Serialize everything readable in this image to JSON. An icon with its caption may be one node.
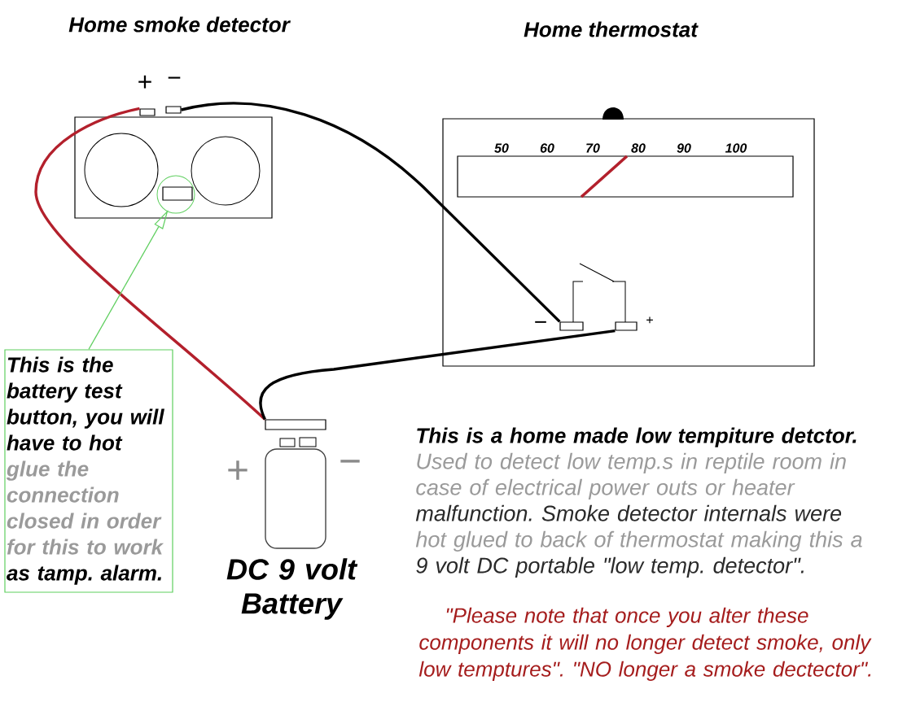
{
  "diagram": {
    "nodes": [
      {
        "text": [],
        "shape": "box"
      },
      {
        "text": [],
        "shape": "box",
        "beside": [
          "+"
        ]
      },
      {
        "text": [],
        "shape": "box",
        "beside": [
          "−"
        ]
      },
      {
        "text": [],
        "shape": "box",
        "in": 0
      },
      {
        "text": [
          "This is the battery test button, you will have to hot",
          "glue the connection closed in order for this to work",
          "as tamp. alarm."
        ]
      },
      {
        "text": [],
        "shape": "box"
      },
      {
        "text": [],
        "shape": "box",
        "in": 5,
        "beside": [
          "−"
        ]
      },
      {
        "text": [],
        "shape": "box",
        "in": 5,
        "beside": [
          "+"
        ]
      },
      {
        "text": [],
        "shape": "box"
      },
      {
        "text": [
          "DC 9 volt Battery"
        ],
        "beside": [
          "+",
          "−"
        ]
      }
    ],
    "edges": [
      {
        "from": 1,
        "to": 8,
        "arrow": "none",
        "color": "#b3202c"
      },
      {
        "from": 2,
        "to": 6,
        "arrow": "none"
      },
      {
        "from": 8,
        "to": 7,
        "arrow": "none"
      },
      {
        "from": 4,
        "to": 3,
        "arrow": "to",
        "color": "#5fcf5f"
      }
    ],
    "labels": [
      "Home smoke detector",
      "Home thermostat",
      "50",
      "60",
      "70",
      "80",
      "90",
      "100",
      "This is a home made low tempiture detctor.",
      "Used to detect low temp.s in reptile room in case of electrical power outs or heater",
      "malfunction. Smoke detector internals were",
      "hot glued to back of thermostat making this a",
      "9 volt DC portable \"low temp. detector\".",
      "\"Please note that once you alter these components it will no longer detect smoke, only low temptures\". \"NO longer a smoke dectector\"."
    ]
  }
}
